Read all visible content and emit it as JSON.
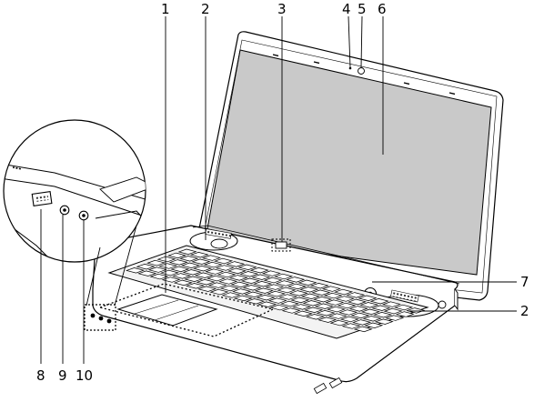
{
  "callouts": {
    "c1": "1",
    "c2_top": "2",
    "c3": "3",
    "c4": "4",
    "c5": "5",
    "c6": "6",
    "c7": "7",
    "c2_right": "2",
    "c8": "8",
    "c9": "9",
    "c10": "10"
  }
}
